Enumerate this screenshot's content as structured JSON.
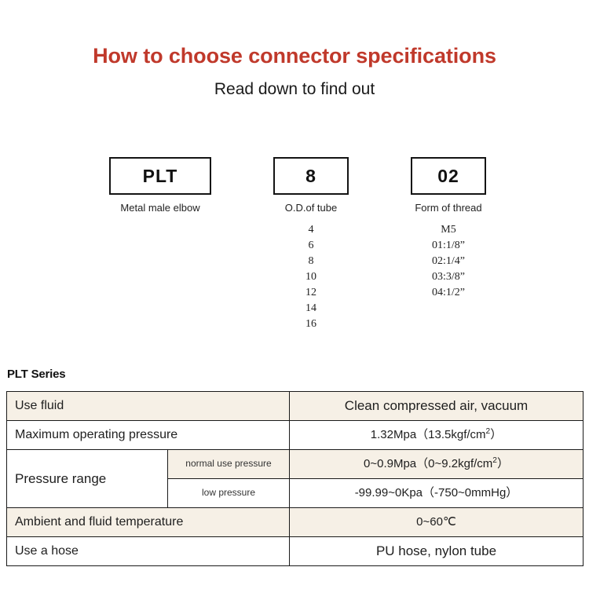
{
  "header": {
    "title": "How to choose connector specifications",
    "subtitle": "Read down to find out",
    "title_color": "#c0392b"
  },
  "code_builder": {
    "groups": [
      {
        "id": "series",
        "box_value": "PLT",
        "caption": "Metal male elbow",
        "options": []
      },
      {
        "id": "od",
        "box_value": "8",
        "caption": "O.D.of tube",
        "options": [
          "4",
          "6",
          "8",
          "10",
          "12",
          "14",
          "16"
        ]
      },
      {
        "id": "thread",
        "box_value": "02",
        "caption": "Form of thread",
        "options": [
          "M5",
          "01:1/8”",
          "02:1/4”",
          "03:3/8”",
          "04:1/2”"
        ]
      }
    ]
  },
  "spec": {
    "section_title": "PLT Series",
    "shade_color": "#f6f0e6",
    "rows": [
      {
        "label": "Use fluid",
        "value": "Clean compressed air, vacuum"
      },
      {
        "label": "Maximum operating pressure",
        "value_html": "1.32Mpa（13.5kgf/cm<sup>2</sup>）"
      },
      {
        "label": "Pressure range",
        "sub_rows": [
          {
            "sub_label": "normal use pressure",
            "value_html": "0~0.9Mpa（0~9.2kgf/cm<sup>2</sup>）"
          },
          {
            "sub_label": "low pressure",
            "value_html": "-99.99~0Kpa（-750~0mmHg）"
          }
        ]
      },
      {
        "label": "Ambient and fluid temperature",
        "value": "0~60℃"
      },
      {
        "label": "Use a hose",
        "value": "PU hose, nylon tube"
      }
    ]
  }
}
